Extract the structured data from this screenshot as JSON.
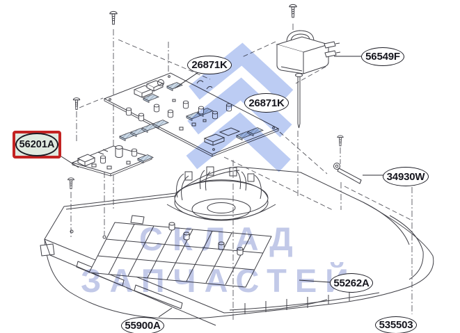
{
  "diagram": {
    "kind": "exploded-parts-diagram",
    "parts": [
      {
        "number": "26871K",
        "highlighted": false
      },
      {
        "number": "26871K",
        "highlighted": false
      },
      {
        "number": "56549F",
        "highlighted": false
      },
      {
        "number": "56201A",
        "highlighted": true
      },
      {
        "number": "34930W",
        "highlighted": false
      },
      {
        "number": "55262A",
        "highlighted": false
      },
      {
        "number": "55900A",
        "highlighted": false
      },
      {
        "number": "535503",
        "highlighted": false
      }
    ]
  },
  "watermark": {
    "line1": "СКЛАД",
    "line2": "ЗАПЧАСТЕЙ"
  },
  "colors": {
    "line": "#3f3f46",
    "highlight_box": "#c32322",
    "highlight_fill": "#e0eae0",
    "watermark_text": "#909cd6",
    "logo_blue": "#aec4ee",
    "connector_fill": "#ccd9e6",
    "connector_hatch": "#7d95ab"
  }
}
